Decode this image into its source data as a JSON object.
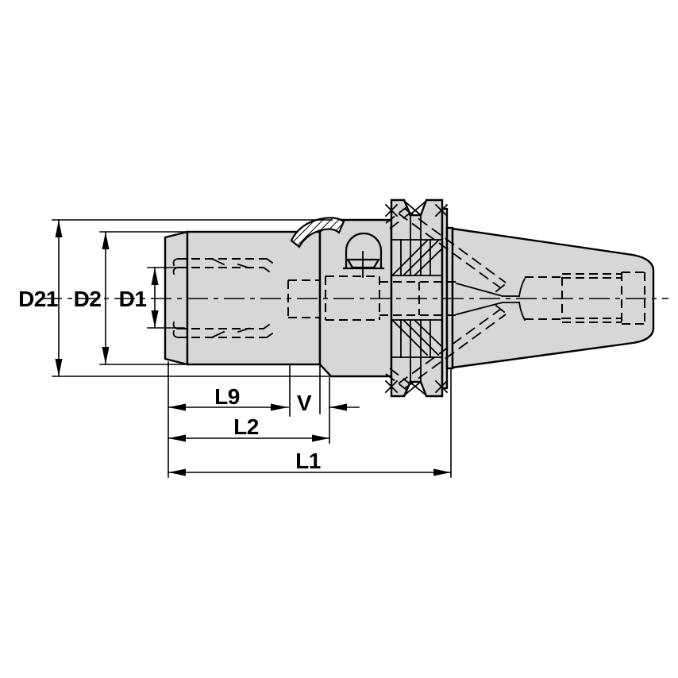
{
  "diagram": {
    "labels": {
      "d21": "D21",
      "d2": "D2",
      "d1": "D1",
      "l9": "L9",
      "v": "V",
      "l2": "L2",
      "l1": "L1"
    },
    "colors": {
      "body_fill": "#d7d7d7",
      "line": "#000000",
      "background": "#ffffff"
    }
  }
}
